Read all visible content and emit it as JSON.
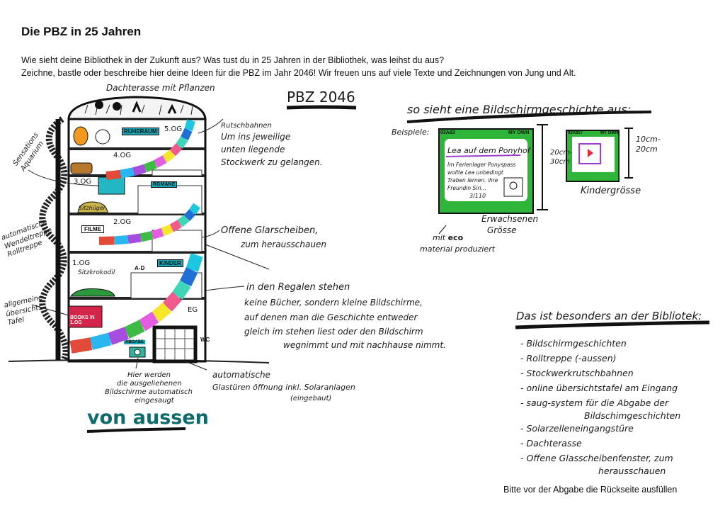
{
  "header": {
    "title": "Die PBZ in 25 Jahren",
    "intro_line1": "Wie sieht deine Bibliothek in der Zukunft aus? Was tust du in 25 Jahren in der Bibliothek, was leihst du aus?",
    "intro_line2": "Zeichne, bastle oder beschreibe hier deine Ideen für die PBZ im Jahr 2046! Wir freuen uns auf viele Texte und Zeichnungen von Jung und Alt."
  },
  "drawing": {
    "heading": "PBZ 2046",
    "roof_label": "Dachterasse mit Pflanzen",
    "floors": [
      "5.OG",
      "4.OG",
      "3.OG",
      "2.OG",
      "1.OG",
      "EG"
    ],
    "room_signs": {
      "ruheraum": "RUHERAUM",
      "romane": "ROMANE",
      "filme": "FILME",
      "kinder": "KINDER",
      "abgabe": "ABGABE",
      "wc": "WC",
      "books": "BOOKS IN 1.OG",
      "a_d": "A-D",
      "sitzhuegel": "Sitzhügel"
    },
    "sitzkrokodil": "Sitzkrokodil",
    "annotations": {
      "aquarium": "Sensations Aquarium",
      "rolltreppe": "automatische Wendeltreppe Rolltreppe",
      "tafel": "allgemeine übersichts Tafel",
      "rutschbahnen_1": "Rutschbahnen",
      "rutschbahnen_2": "Um ins jeweilige",
      "rutschbahnen_3": "unten liegende",
      "rutschbahnen_4": "Stockwerk zu gelangen.",
      "glas_1": "Offene Glarscheiben,",
      "glas_2": "zum herausschauen",
      "regale_1": "in den Regalen stehen",
      "regale_2": "keine Bücher, sondern kleine Bildschirme,",
      "regale_3": "auf denen man die Geschichte entweder",
      "regale_4": "gleich im stehen liest oder den Bildschirm",
      "regale_5": "wegnimmt und mit nachhause nimmt.",
      "abgabe_1": "Hier werden",
      "abgabe_2": "die ausgeliehenen",
      "abgabe_3": "Bildschirme automatisch",
      "abgabe_4": "eingesaugt",
      "tueren_1": "automatische",
      "tueren_2": "Glastüren öffnung inkl. Solaranlagen",
      "tueren_3": "(eingebaut)"
    },
    "caption": "von aussen"
  },
  "screen_story": {
    "heading": "so sieht eine Bildschirmgeschichte aus:",
    "beispiele": "Beispiele:",
    "adult": {
      "id": "03A83",
      "brand": "MY OWN",
      "title": "Lea auf dem Ponyhof",
      "text": [
        "Im Ferienlager Ponyspass",
        "wollte Lea unbedingt",
        "Traben lernen. ihre",
        "Freundin Siri..."
      ],
      "page": "3/110",
      "size": "20cm-30cm",
      "caption_1": "Erwachsenen",
      "caption_2": "Grösse"
    },
    "kids": {
      "id": "03A857",
      "brand": "MY OWN",
      "size": "10cm-20cm",
      "caption": "Kindergrösse"
    },
    "eco_1": "mit",
    "eco_word": "eco",
    "eco_2": "material produziert"
  },
  "special": {
    "heading": "Das ist besonders an der Bibliotek:",
    "items": [
      "- Bildschirmgeschichten",
      "- Rolltreppe (-aussen)",
      "- Stockwerkrutschbahnen",
      "- online übersichtstafel am Eingang",
      "- saug-system für die Abgabe der",
      "Bildschimgeschichten",
      "- Solarzelleneingangstüre",
      "- Dachterasse",
      "- Offene Glasscheibenfenster, zum",
      "herausschauen"
    ]
  },
  "footer": "Bitte vor der Abgabe die Rückseite ausfüllen",
  "colors": {
    "green": "#2fb53a",
    "teal": "#1aa7b8",
    "purple": "#9b3fc9",
    "caption": "#0d6b6b"
  }
}
